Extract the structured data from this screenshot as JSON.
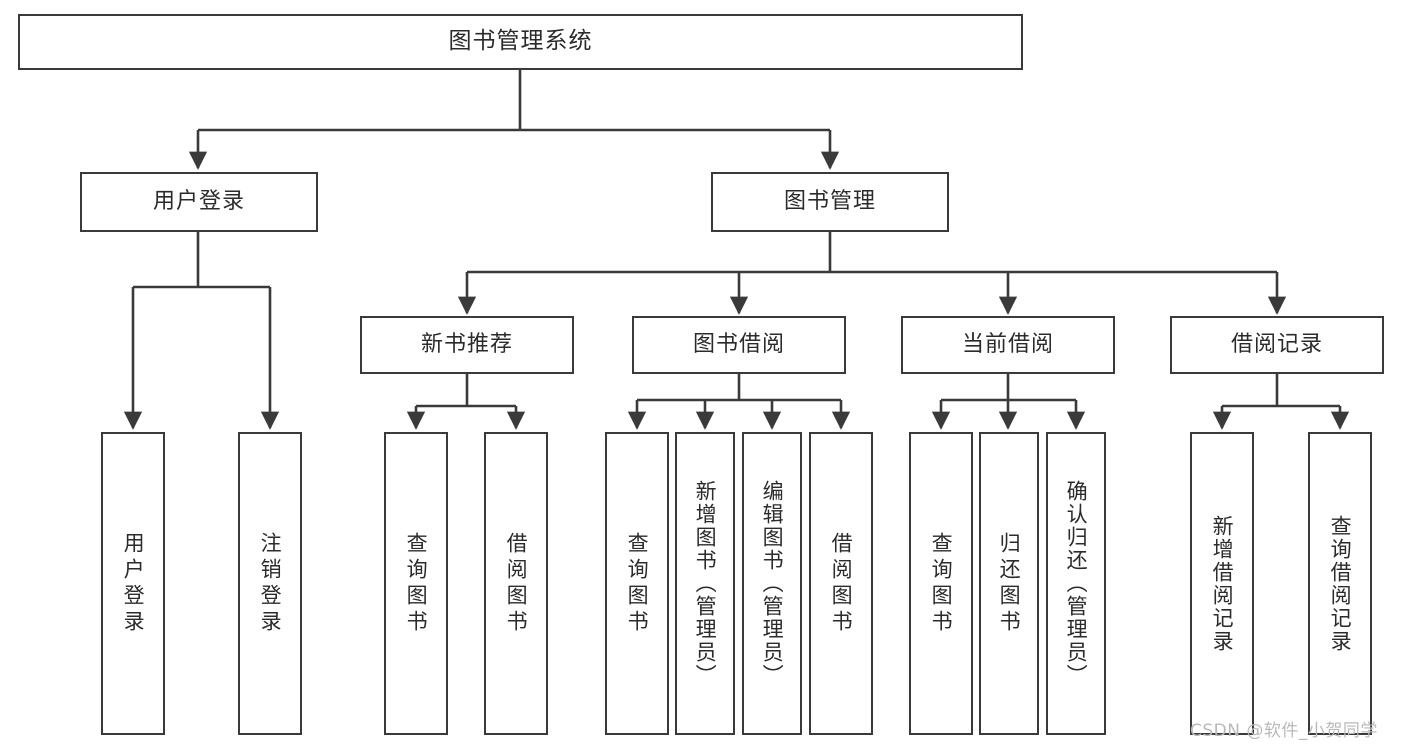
{
  "diagram": {
    "title": "图书管理系统",
    "type": "tree",
    "watermark": "CSDN @软件_小贺同学",
    "colors": {
      "background": "#ffffff",
      "box_border": "#3a3a3a",
      "box_fill": "#ffffff",
      "text": "#2b2b2b",
      "connector": "#3a3a3a",
      "watermark": "#b9b9b9"
    },
    "nodes": {
      "root": {
        "label": "图书管理系统"
      },
      "level1": [
        {
          "id": "user-login",
          "label": "用户登录"
        },
        {
          "id": "book-manage",
          "label": "图书管理"
        }
      ],
      "level2": [
        {
          "id": "new-book-recommend",
          "label": "新书推荐"
        },
        {
          "id": "book-borrow",
          "label": "图书借阅"
        },
        {
          "id": "current-borrow",
          "label": "当前借阅"
        },
        {
          "id": "borrow-record",
          "label": "借阅记录"
        }
      ],
      "leaves": {
        "user_login": [
          {
            "id": "leaf-user-login",
            "label": "用户登录"
          },
          {
            "id": "leaf-logout-login",
            "label": "注销登录"
          }
        ],
        "new_book_recommend": [
          {
            "id": "leaf-query-book-1",
            "label": "查询图书"
          },
          {
            "id": "leaf-borrow-book-1",
            "label": "借阅图书"
          }
        ],
        "book_borrow": [
          {
            "id": "leaf-query-book-2",
            "label": "查询图书"
          },
          {
            "id": "leaf-add-book",
            "label": "新增图书（管理员）"
          },
          {
            "id": "leaf-edit-book",
            "label": "编辑图书（管理员）"
          },
          {
            "id": "leaf-borrow-book-2",
            "label": "借阅图书"
          }
        ],
        "current_borrow": [
          {
            "id": "leaf-query-book-3",
            "label": "查询图书"
          },
          {
            "id": "leaf-return-book",
            "label": "归还图书"
          },
          {
            "id": "leaf-confirm-return",
            "label": "确认归还（管理员）"
          }
        ],
        "borrow_record": [
          {
            "id": "leaf-add-record",
            "label": "新增借阅记录"
          },
          {
            "id": "leaf-query-record",
            "label": "查询借阅记录"
          }
        ]
      }
    }
  }
}
